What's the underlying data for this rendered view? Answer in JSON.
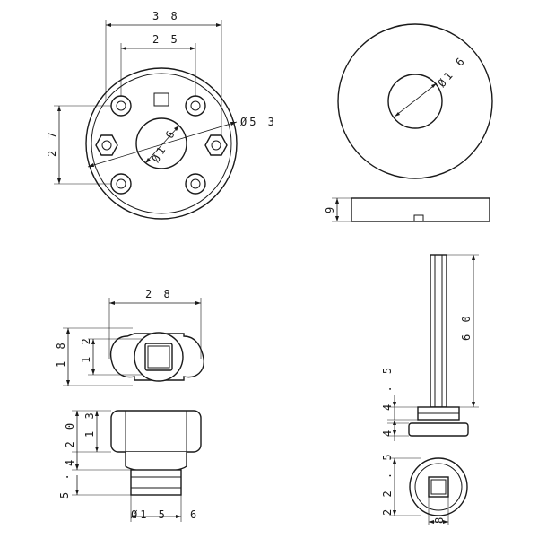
{
  "drawing": {
    "views": {
      "top_left": {
        "dim_outer_width": "3 8",
        "dim_inner_width": "2 5",
        "dim_height": "2 7",
        "dim_diameter_large": "Ø5 3",
        "dim_diameter_hole": "Ø1 6"
      },
      "top_right": {
        "dim_diameter_hole": "Ø1 6",
        "dim_thickness": "9"
      },
      "middle_left": {
        "dim_width": "2 8",
        "dim_height_outer": "1 8",
        "dim_height_inner": "1 2"
      },
      "bottom_left": {
        "dim_head_height": "1 3",
        "dim_total_height": "4 2 0",
        "dim_step": "5 .",
        "dim_stem_diameter": "Ø1 5",
        "dim_side": "6"
      },
      "right_spindle": {
        "dim_length": "6 0",
        "dim_collar": "4 . 5",
        "dim_flange": "4",
        "dim_disc": "2 2 . 5",
        "dim_square": "8"
      }
    }
  }
}
